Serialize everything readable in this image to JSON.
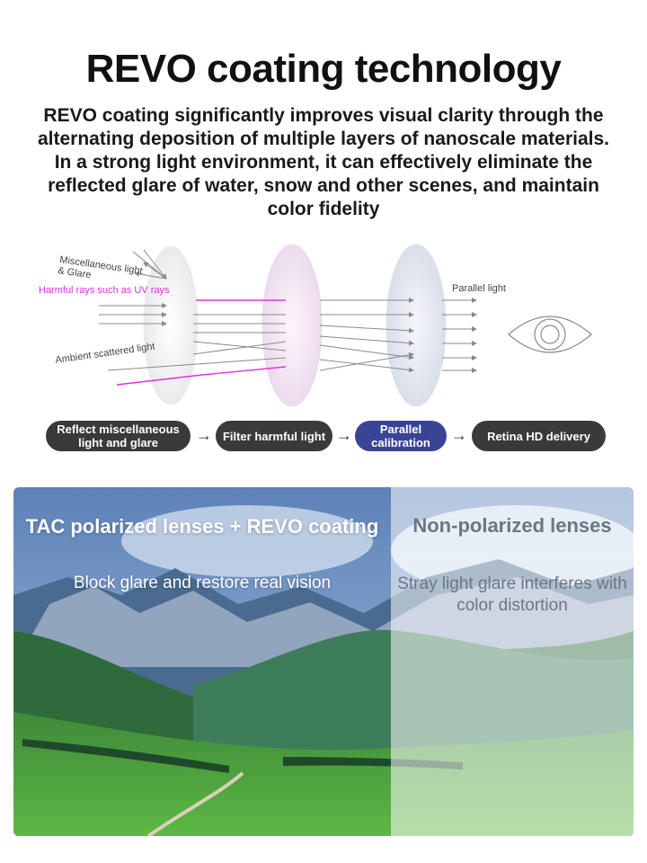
{
  "header": {
    "title": "REVO coating technology",
    "subtitle": "REVO coating significantly improves visual clarity through the alternating deposition of multiple layers of nanoscale materials. In a strong light environment, it can effectively eliminate the reflected glare of water, snow and other scenes, and maintain color fidelity"
  },
  "diagram": {
    "label_misc_line1": "Miscellaneous light",
    "label_misc_line2": "& Glare",
    "label_harmful": "Harmful rays such as UV rays",
    "label_ambient": "Ambient scattered light",
    "label_parallel": "Parallel light",
    "colors": {
      "harmful": "#e030e0",
      "ray": "#8a8a8a"
    }
  },
  "steps": [
    {
      "label": "Reflect miscellaneous light and glare"
    },
    {
      "label": "Filter harmful light"
    },
    {
      "label": "Parallel calibration"
    },
    {
      "label": "Retina HD delivery"
    }
  ],
  "arrow_glyph": "→",
  "comparison": {
    "left": {
      "title": "TAC polarized lenses + REVO coating",
      "subtitle": "Block glare and restore real vision"
    },
    "right": {
      "title": "Non-polarized lenses",
      "subtitle": "Stray light glare interferes with color distortion"
    }
  }
}
